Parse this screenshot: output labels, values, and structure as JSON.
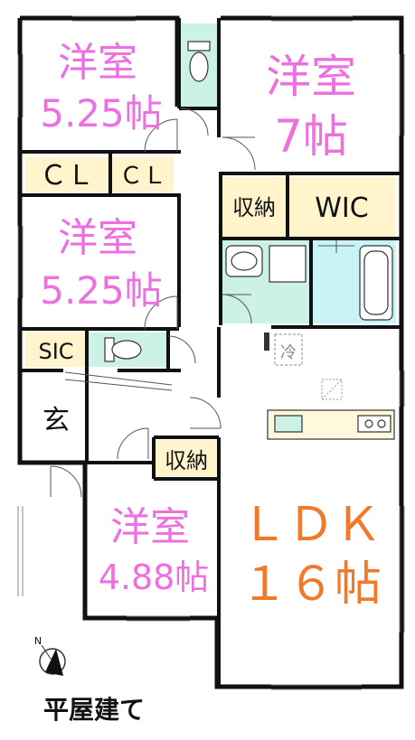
{
  "colors": {
    "wall": "#111111",
    "room_label": "#ee6fe0",
    "ldk_label": "#f07a2a",
    "storage_fill": "#fff4cc",
    "water_fill": "#ccf2e6",
    "bath_fill": "#c8f4f8",
    "floor": "#ffffff"
  },
  "rooms": {
    "room_nw": {
      "name": "洋室",
      "size": "5.25帖"
    },
    "room_ne": {
      "name": "洋室",
      "size": "7帖"
    },
    "room_w": {
      "name": "洋室",
      "size": "5.25帖"
    },
    "room_s": {
      "name": "洋室",
      "size": "4.88帖"
    },
    "ldk": {
      "name": "ＬＤＫ",
      "size": "１６帖"
    }
  },
  "storage": {
    "cl1": "ＣＬ",
    "cl2": "ＣＬ",
    "shuno1": "収納",
    "wic": "WIC",
    "sic": "SIC",
    "shuno2": "収納"
  },
  "misc": {
    "entrance": "玄",
    "fridge": "冷",
    "compass_n": "N",
    "caption": "平屋建て"
  }
}
